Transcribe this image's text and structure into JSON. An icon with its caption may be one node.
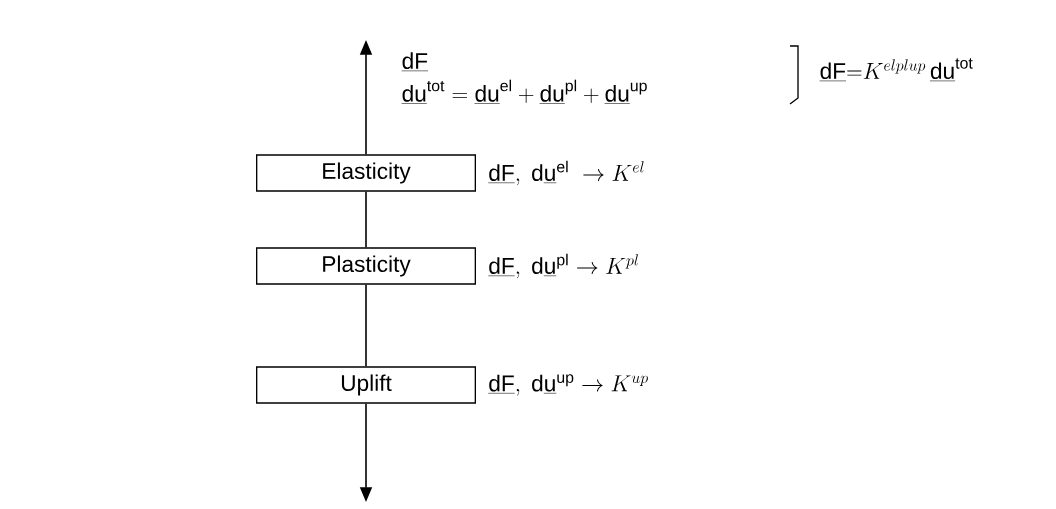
{
  "diagram": {
    "nodes": [
      {
        "text": [
          "Elasticity"
        ],
        "beside": [
          "\\underline{\\mathrm{dF}},\\ \\mathrm{d}\\underline{\\mathrm{u}}^{\\mathrm{el}}\\ \\rightarrow K^{el}"
        ]
      },
      {
        "text": [
          "Plasticity"
        ],
        "beside": [
          "\\underline{\\mathrm{dF}},\\ \\mathrm{d}\\underline{\\mathrm{u}}^{\\mathrm{pl}} \\rightarrow K^{pl}"
        ]
      },
      {
        "text": [
          "Uplift"
        ],
        "beside": [
          "\\underline{\\mathrm{dF}},\\ \\mathrm{d}\\underline{\\mathrm{u}}^{\\mathrm{up}} \\rightarrow K^{up}"
        ]
      }
    ],
    "edges": [
      {
        "from": 0,
        "to": null,
        "arrow": "to"
      },
      {
        "from": 0,
        "to": 1,
        "arrow": "none"
      },
      {
        "from": 1,
        "to": 2,
        "arrow": "none"
      },
      {
        "from": 2,
        "to": null,
        "arrow": "to"
      }
    ],
    "labels": [
      "\\underline{\\mathrm{dF}}",
      "\\underline{\\mathrm{du}}^{\\mathrm{tot}} = \\underline{\\mathrm{du}}^{\\mathrm{el}} + \\underline{\\mathrm{du}}^{\\mathrm{pl}} + \\underline{\\mathrm{du}}^{\\mathrm{up}}",
      "\\underline{\\mathrm{dF}}{=}K^{elplup}\\,\\underline{\\mathrm{du}}^{\\mathrm{tot}}"
    ]
  }
}
